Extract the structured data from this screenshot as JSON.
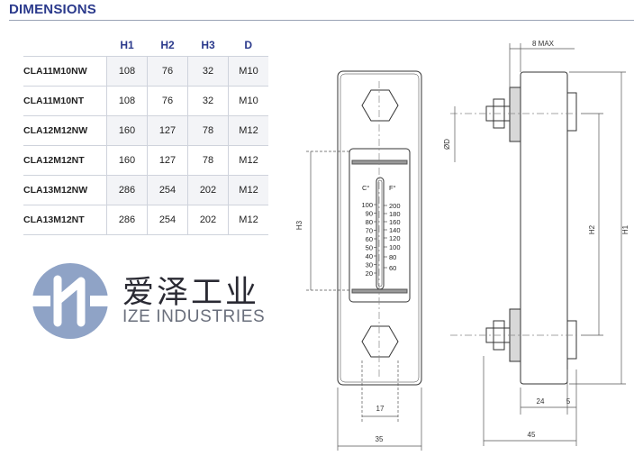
{
  "title": "DIMENSIONS",
  "table": {
    "headers": [
      "H1",
      "H2",
      "H3",
      "D"
    ],
    "rows": [
      {
        "model": "CLA11M10NW",
        "h1": "108",
        "h2": "76",
        "h3": "32",
        "d": "M10"
      },
      {
        "model": "CLA11M10NT",
        "h1": "108",
        "h2": "76",
        "h3": "32",
        "d": "M10"
      },
      {
        "model": "CLA12M12NW",
        "h1": "160",
        "h2": "127",
        "h3": "78",
        "d": "M12"
      },
      {
        "model": "CLA12M12NT",
        "h1": "160",
        "h2": "127",
        "h3": "78",
        "d": "M12"
      },
      {
        "model": "CLA13M12NW",
        "h1": "286",
        "h2": "254",
        "h3": "202",
        "d": "M12"
      },
      {
        "model": "CLA13M12NT",
        "h1": "286",
        "h2": "254",
        "h3": "202",
        "d": "M12"
      }
    ]
  },
  "brand": {
    "chinese": "爱泽工业",
    "english": "IZE INDUSTRIES",
    "logo_icon": "ize-logo-icon",
    "logo_color": "#8fa3c6"
  },
  "drawing": {
    "thermometer": {
      "celsius_unit": "C°",
      "fahrenheit_unit": "F°",
      "celsius_ticks": [
        "100",
        "90",
        "80",
        "70",
        "60",
        "50",
        "40",
        "30",
        "20"
      ],
      "fahrenheit_ticks": [
        "200",
        "180",
        "160",
        "140",
        "120",
        "100",
        "80",
        "60"
      ]
    },
    "labels": {
      "h3": "H3",
      "h2": "H2",
      "h1": "H1",
      "phi_d": "ØD",
      "eight_max": "8 MAX",
      "seventeen": "17",
      "thirty_five": "35",
      "twenty_four": "24",
      "five": "5",
      "forty_five": "45"
    }
  },
  "colors": {
    "title": "#2b3a8c",
    "line": "#333333",
    "dim_line": "#555555"
  }
}
